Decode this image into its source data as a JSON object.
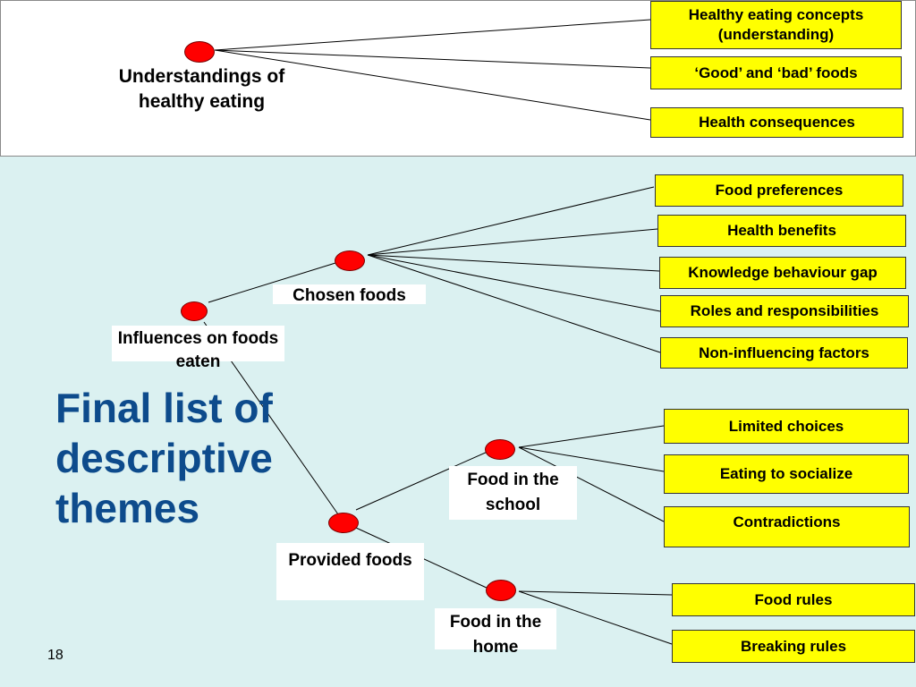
{
  "top_section": {
    "label": "Understandings of healthy eating",
    "themes": [
      "Healthy eating concepts (understanding)",
      "‘Good’ and ‘bad’ foods",
      "Health consequences"
    ]
  },
  "title": "Final list of descriptive themes",
  "root": "Influences on foods eaten",
  "chosen": {
    "label": "Chosen foods",
    "themes": [
      "Food preferences",
      "Health benefits",
      "Knowledge behaviour gap",
      "Roles and responsibilities",
      "Non-influencing factors"
    ]
  },
  "provided": {
    "label": "Provided foods",
    "school": {
      "label": "Food in the school",
      "themes": [
        "Limited choices",
        "Eating to socialize",
        "Contradictions"
      ]
    },
    "home": {
      "label": "Food in the home",
      "themes": [
        "Food rules",
        "Breaking rules"
      ]
    }
  },
  "page_number": "18",
  "colors": {
    "node": "#ff0000",
    "theme_box": "#ffff00",
    "title": "#0d4b8c",
    "background": "#dbf1f1"
  }
}
